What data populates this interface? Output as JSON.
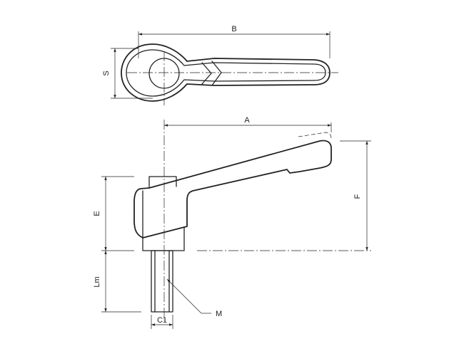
{
  "labels": {
    "B": "B",
    "S": "S",
    "A": "A",
    "E": "E",
    "F": "F",
    "Lm": "Lm",
    "C1": "C1",
    "M": "M"
  },
  "colors": {
    "line": "#222222",
    "background": "#ffffff"
  }
}
